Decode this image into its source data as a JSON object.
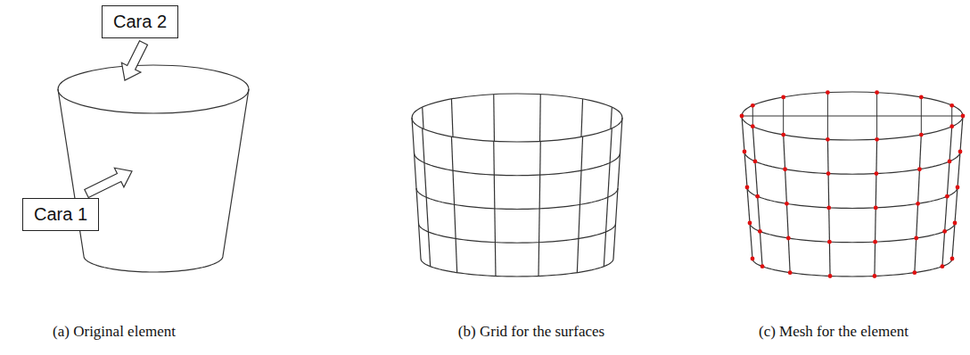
{
  "diagram": {
    "nodes": [
      {
        "text": [
          "Cara 2"
        ]
      },
      {
        "text": [
          "Cara 1"
        ]
      }
    ],
    "labels": [
      "(a) Original element",
      "(b) Grid for the surfaces",
      "(c) Mesh for the element"
    ]
  }
}
